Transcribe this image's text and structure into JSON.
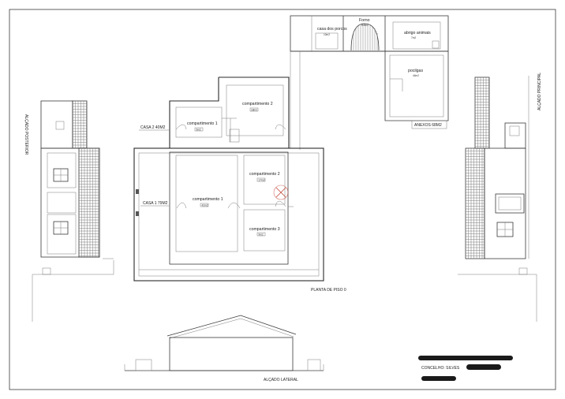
{
  "rooms": {
    "casa_porcos": "casa dos porcos",
    "forno": "Forno",
    "abrigo": "abrigo animais",
    "pocilgas": "pocilgas",
    "comp2_upper": "compartimento 2",
    "comp1_upper": "compartimento 1",
    "comp1_lower": "compartimento 1",
    "comp2_lower": "compartimento 2",
    "comp3_lower": "compartimento 3"
  },
  "area_tags": {
    "casa_porcos": "10m2",
    "forno": "8.5m2",
    "abrigo": "7m2",
    "pocilgas": "44m2",
    "comp2_upper": "18m2",
    "comp1_upper": "9m2",
    "comp1_lower": "42m2",
    "comp2_lower": "17m2",
    "comp3_lower": "9m2"
  },
  "labels": {
    "casa2": "CASA 2 40M2",
    "casa1": "CASA 1 79M2",
    "anexos": "ANEXOS 68M2",
    "planta": "PLANTA DE PISO 0",
    "alcado_posterior": "ALÇADO POSTERIOR",
    "alcado_principal": "ALÇADO PRINCIPAL",
    "alcado_lateral": "ALÇADO LATERAL",
    "concelho": "CONCELHO: SILVES"
  },
  "colors": {
    "line": "#3a3a3a",
    "redaction": "#1a1a1a",
    "annotation": "#c0392b"
  }
}
